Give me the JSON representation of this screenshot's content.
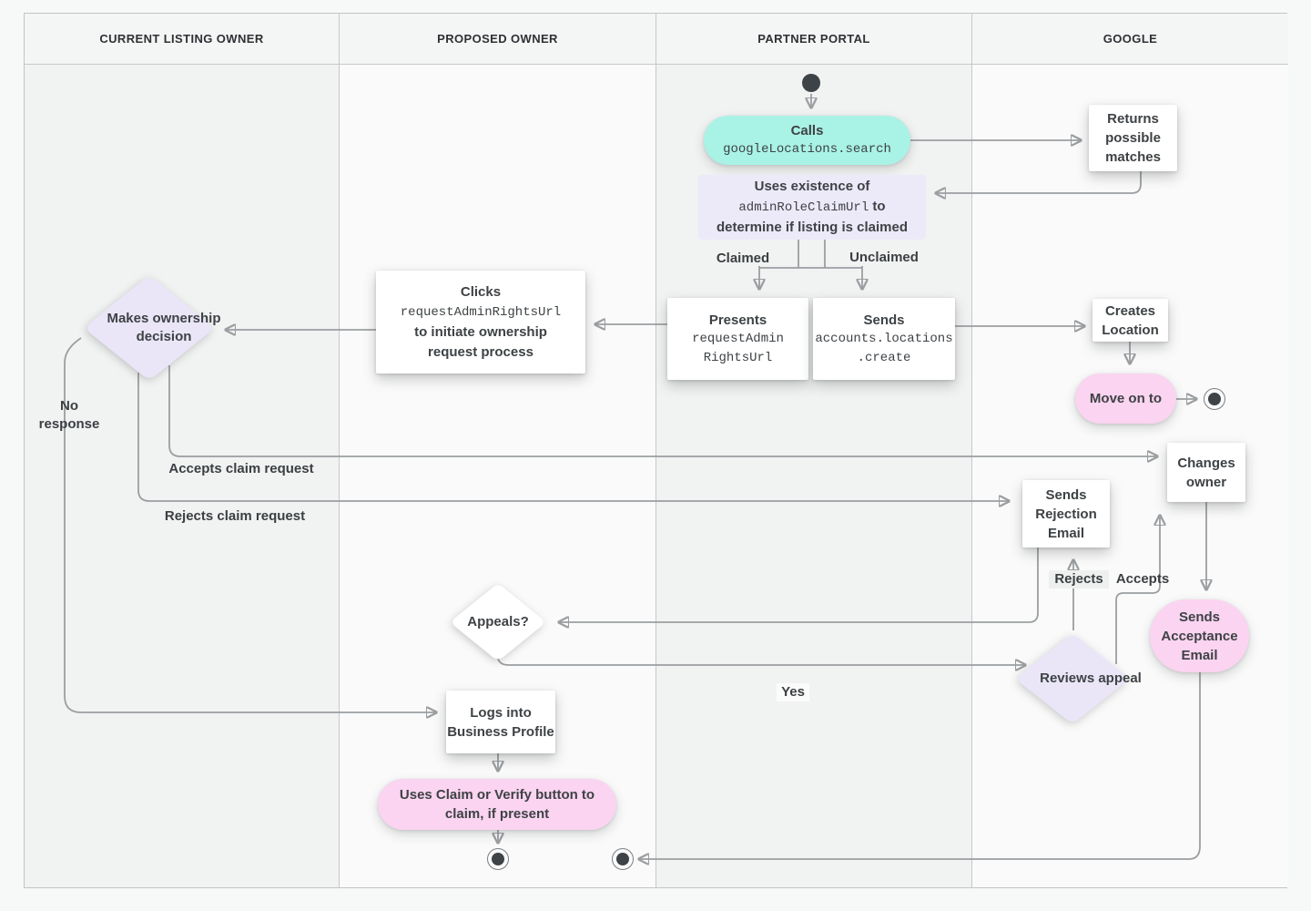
{
  "lanes": [
    {
      "title": "CURRENT LISTING OWNER"
    },
    {
      "title": "PROPOSED OWNER"
    },
    {
      "title": "PARTNER PORTAL"
    },
    {
      "title": "GOOGLE"
    }
  ],
  "nodes": {
    "calls": {
      "title": "Calls",
      "code": "googleLocations.search"
    },
    "returns": {
      "text": "Returns possible matches"
    },
    "uses": {
      "line1": "Uses existence of",
      "code": "adminRoleClaimUrl",
      "after_code": "to",
      "line3": "determine if listing is claimed"
    },
    "presents": {
      "title": "Presents",
      "code1": "requestAdmin",
      "code2": "RightsUrl"
    },
    "sends_create": {
      "title": "Sends",
      "code1": "accounts.locations",
      "code2": ".create"
    },
    "creates": {
      "text": "Creates Location"
    },
    "move_on": {
      "text": "Move on to"
    },
    "clicks": {
      "title": "Clicks",
      "code": "requestAdminRightsUrl",
      "line2": "to initiate ownership",
      "line3": "request process"
    },
    "makes_decision": {
      "text": "Makes ownership decision"
    },
    "changes_owner": {
      "text": "Changes owner"
    },
    "rejection_email": {
      "text": "Sends Rejection Email"
    },
    "acceptance_email": {
      "text": "Sends Acceptance Email"
    },
    "appeals": {
      "text": "Appeals?"
    },
    "reviews_appeal": {
      "text": "Reviews appeal"
    },
    "logs_in": {
      "text": "Logs into Business Profile"
    },
    "claim_verify": {
      "text": "Uses Claim or Verify button to claim, if present"
    }
  },
  "edge_labels": {
    "claimed": "Claimed",
    "unclaimed": "Unclaimed",
    "no_response": "No response",
    "accepts_claim": "Accepts claim request",
    "rejects_claim": "Rejects claim request",
    "rejects": "Rejects",
    "accepts": "Accepts",
    "yes": "Yes"
  },
  "colors": {
    "teal_node": "#a9f2e6",
    "lavender_node": "#eae6f8",
    "pink_node": "#fad4f0",
    "white_node": "#ffffff",
    "line": "#9b9ea1",
    "text": "#3e4245",
    "lane_dark": "#f1f2f2",
    "lane_light": "#fafafa"
  }
}
